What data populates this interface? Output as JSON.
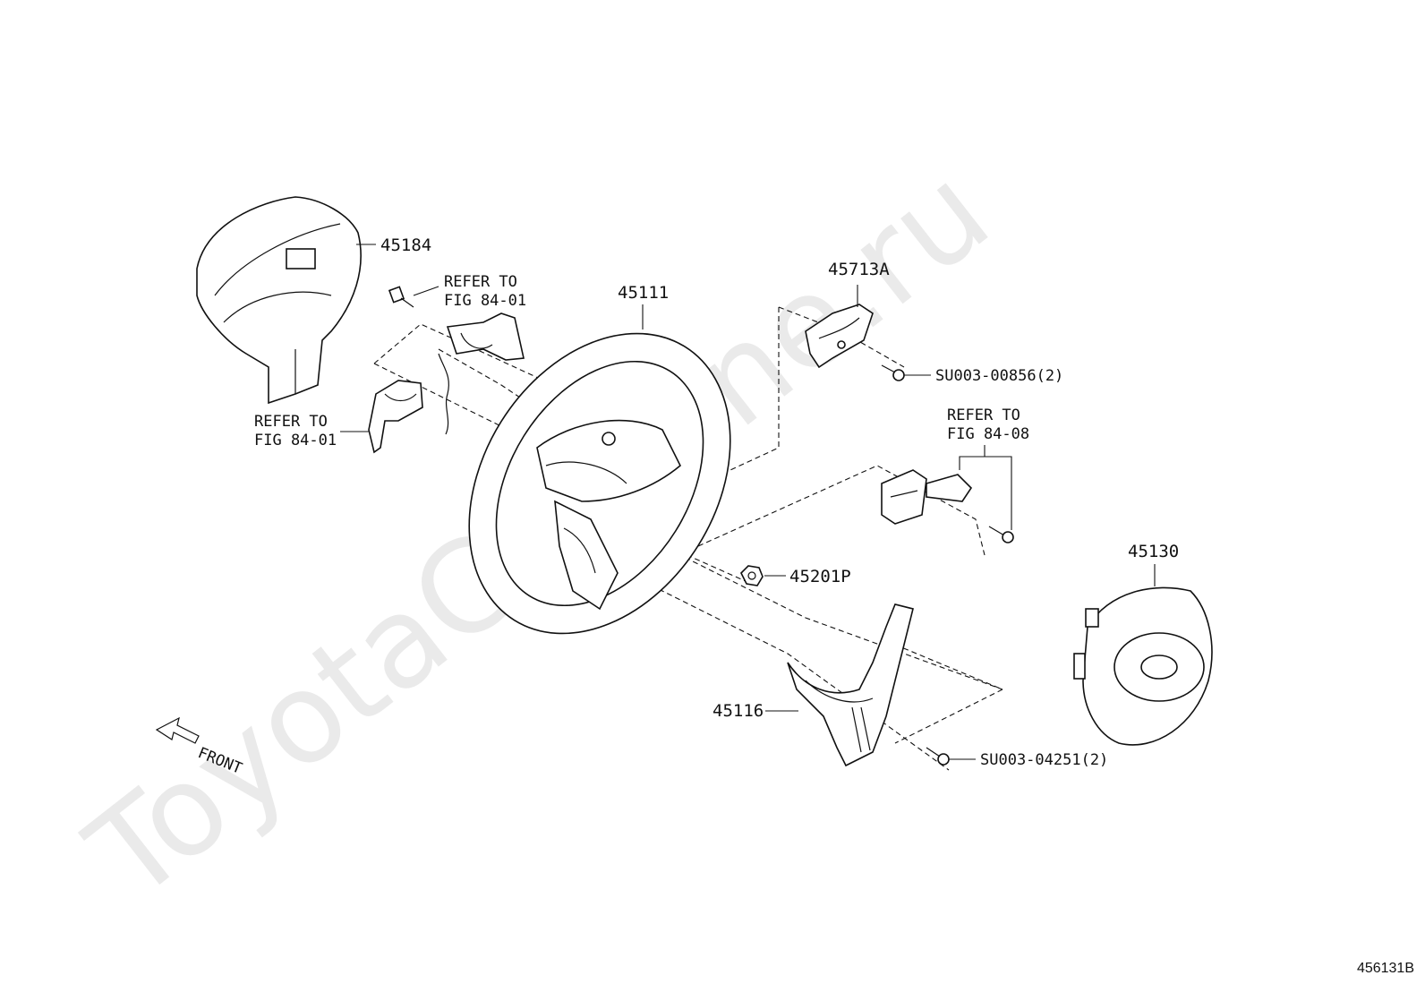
{
  "watermark": "ToyotaCarMine.ru",
  "diagram_code": "456131B",
  "front_label": "FRONT",
  "parts": {
    "p45184": "45184",
    "p45111": "45111",
    "p45713A": "45713A",
    "p45201P": "45201P",
    "p45130": "45130",
    "p45116": "45116",
    "su00856": "SU003-00856(2)",
    "su04251": "SU003-04251(2)"
  },
  "refs": {
    "refer_to": "REFER TO",
    "fig_84_01": "FIG 84-01",
    "fig_84_08": "FIG 84-08"
  }
}
